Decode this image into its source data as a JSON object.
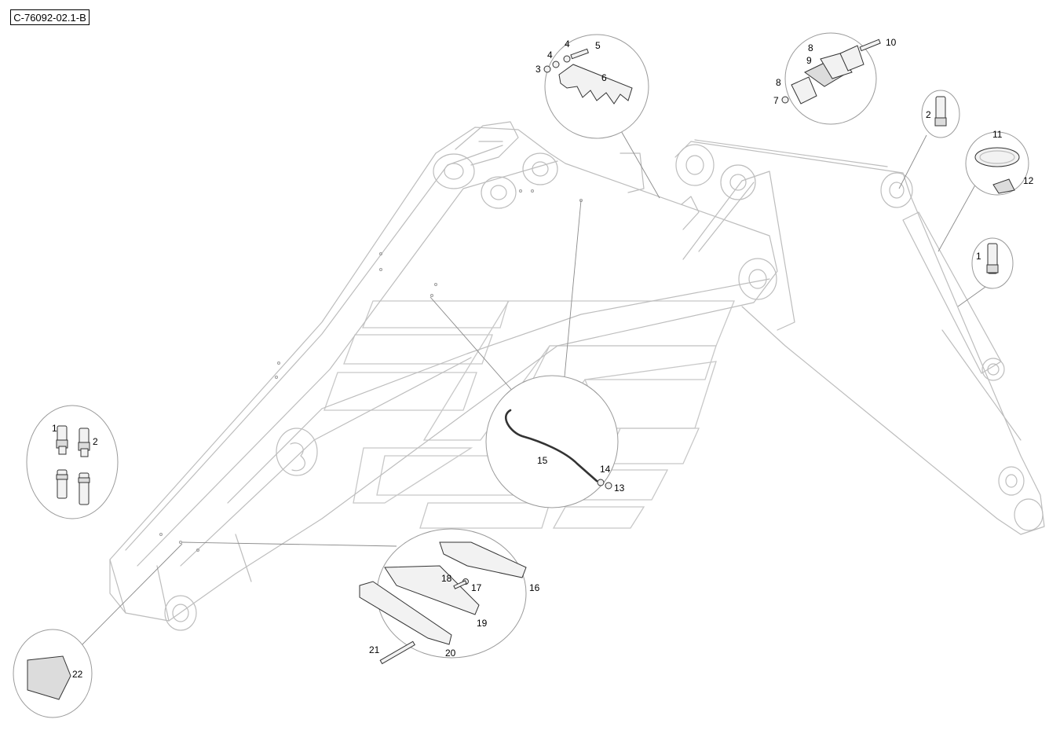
{
  "reference": "C-76092-02.1-B",
  "callouts": [
    {
      "label": "1",
      "group": "pins-left"
    },
    {
      "label": "2",
      "group": "pins-left"
    },
    {
      "label": "3",
      "group": "bracket"
    },
    {
      "label": "4",
      "group": "bracket"
    },
    {
      "label": "4",
      "group": "bracket"
    },
    {
      "label": "5",
      "group": "bracket"
    },
    {
      "label": "6",
      "group": "bracket"
    },
    {
      "label": "7",
      "group": "clamp"
    },
    {
      "label": "8",
      "group": "clamp"
    },
    {
      "label": "8",
      "group": "clamp"
    },
    {
      "label": "9",
      "group": "clamp"
    },
    {
      "label": "10",
      "group": "clamp"
    },
    {
      "label": "2",
      "group": "pin-top-right"
    },
    {
      "label": "11",
      "group": "hose-clamp"
    },
    {
      "label": "12",
      "group": "hose-clamp"
    },
    {
      "label": "1",
      "group": "pin-right"
    },
    {
      "label": "14",
      "group": "rod"
    },
    {
      "label": "15",
      "group": "rod"
    },
    {
      "label": "13",
      "group": "rod"
    },
    {
      "label": "16",
      "group": "guard"
    },
    {
      "label": "17",
      "group": "guard"
    },
    {
      "label": "18",
      "group": "guard"
    },
    {
      "label": "19",
      "group": "guard"
    },
    {
      "label": "20",
      "group": "guard"
    },
    {
      "label": "21",
      "group": "guard"
    },
    {
      "label": "22",
      "group": "pad"
    }
  ]
}
